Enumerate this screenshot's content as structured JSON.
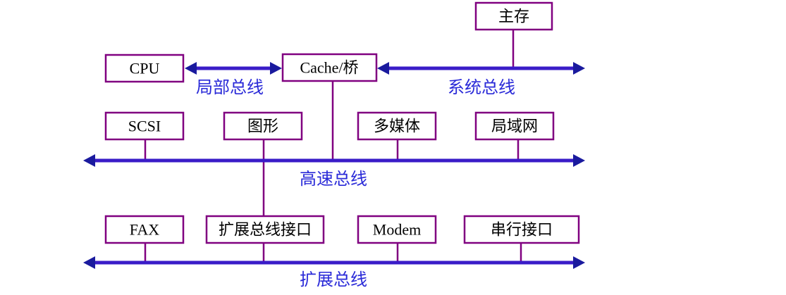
{
  "colors": {
    "box_border": "#800080",
    "bus": "#3a1cc8",
    "bus_label": "#2a2ad8",
    "text": "#000000"
  },
  "boxes": {
    "main_memory": "主存",
    "cpu": "CPU",
    "cache_bridge": "Cache/桥",
    "scsi": "SCSI",
    "graphics": "图形",
    "multimedia": "多媒体",
    "lan": "局域网",
    "fax": "FAX",
    "expansion_interface": "扩展总线接口",
    "modem": "Modem",
    "serial_port": "串行接口"
  },
  "buses": {
    "local": "局部总线",
    "system": "系统总线",
    "high_speed": "高速总线",
    "expansion": "扩展总线"
  }
}
